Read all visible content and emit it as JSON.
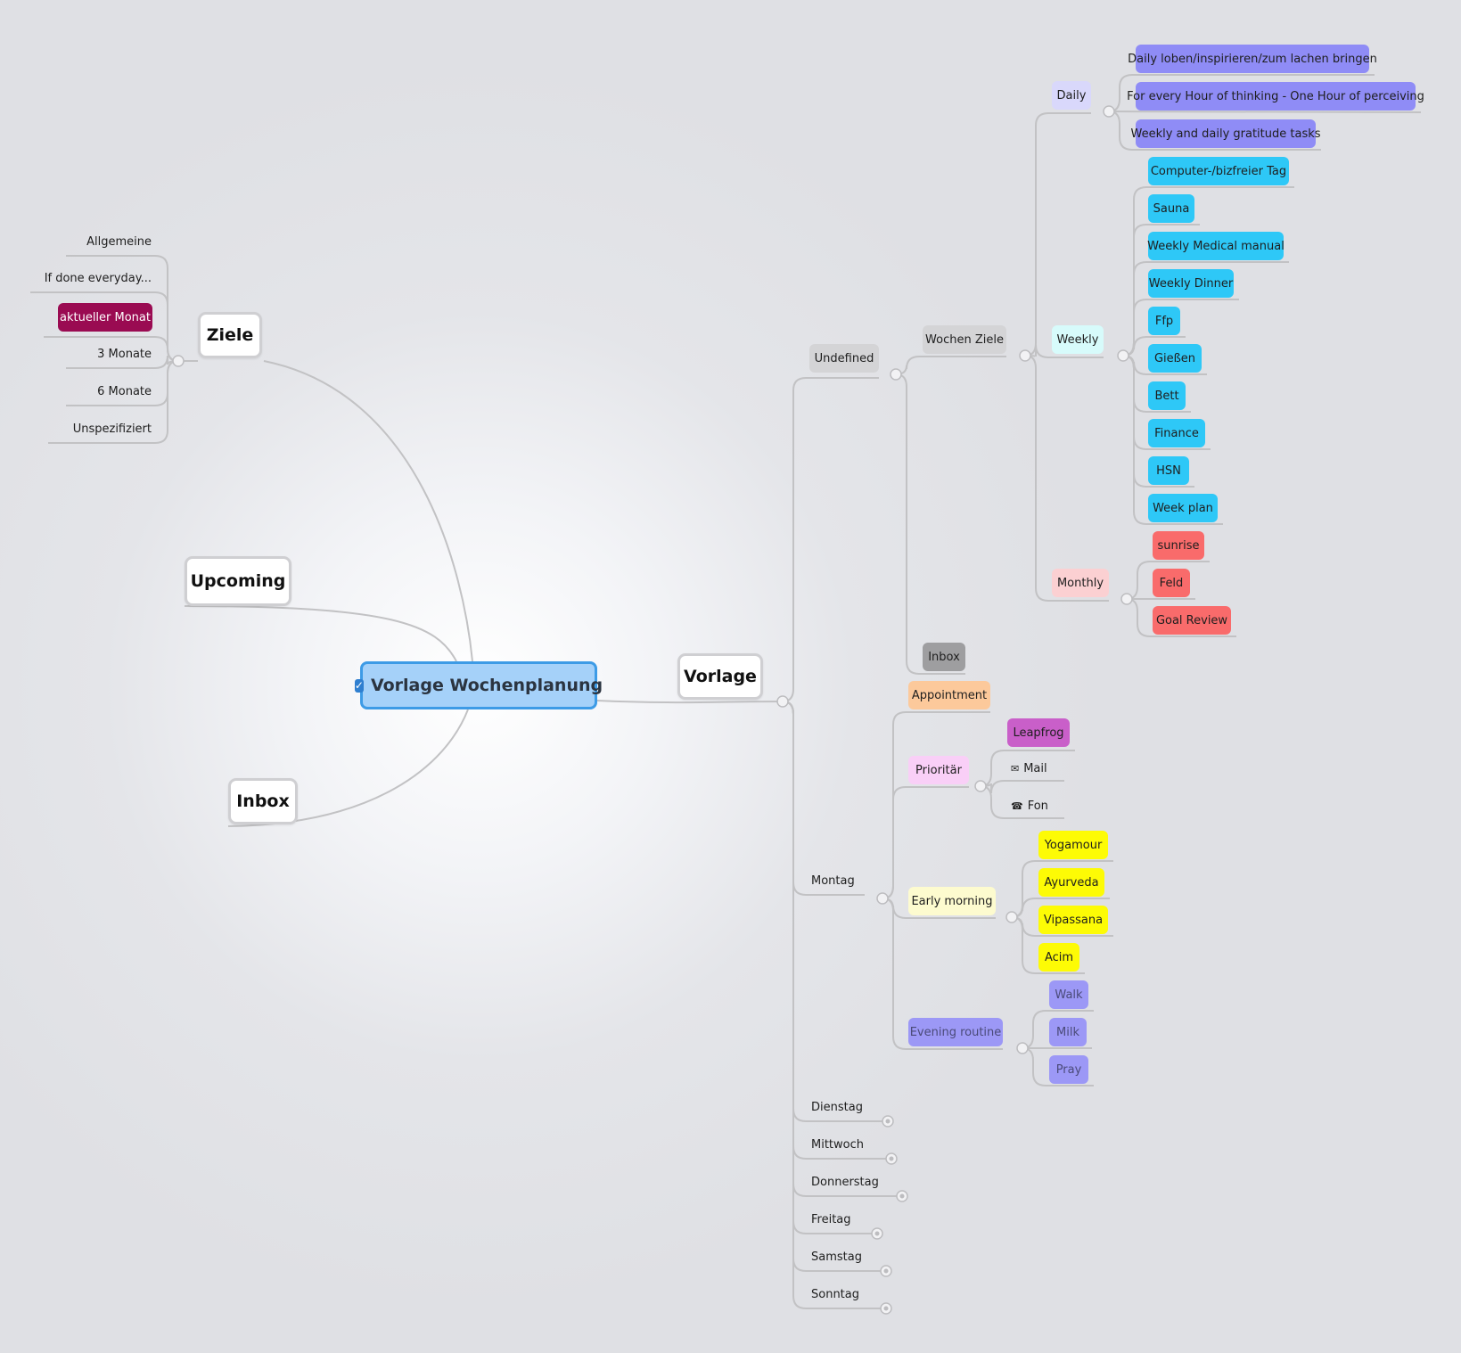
{
  "root": {
    "label": "Vorlage Wochenplanung",
    "checked": true
  },
  "left": {
    "ziele": {
      "label": "Ziele",
      "children": [
        "Allgemeine",
        "If done everyday...",
        "aktueller Monat",
        "3 Monate",
        "6 Monate",
        "Unspezifiziert"
      ]
    },
    "upcoming": {
      "label": "Upcoming"
    },
    "inbox": {
      "label": "Inbox"
    }
  },
  "vorlage": {
    "label": "Vorlage",
    "undefined": {
      "label": "Undefined",
      "wochen_ziele": {
        "label": "Wochen Ziele",
        "daily": {
          "label": "Daily",
          "items": [
            "Daily loben/inspirieren/zum lachen bringen",
            "For every Hour of thinking - One Hour of perceiving",
            "Weekly and daily gratitude tasks"
          ]
        },
        "weekly": {
          "label": "Weekly",
          "items": [
            "Computer-/bizfreier Tag",
            "Sauna",
            "Weekly Medical manual",
            "Weekly Dinner",
            "Ffp",
            "Gießen",
            "Bett",
            "Finance",
            "HSN",
            "Week plan"
          ]
        },
        "monthly": {
          "label": "Monthly",
          "items": [
            "sunrise",
            "Feld",
            "Goal Review"
          ]
        }
      },
      "inbox": "Inbox"
    },
    "montag": {
      "label": "Montag",
      "appointment": "Appointment",
      "prioritaer": {
        "label": "Prioritär",
        "items": [
          "Leapfrog",
          "Mail",
          "Fon"
        ],
        "icons": {
          "Mail": "envelope-icon",
          "Fon": "phone-icon"
        }
      },
      "early_morning": {
        "label": "Early morning",
        "items": [
          "Yogamour",
          "Ayurveda",
          "Vipassana",
          "Acim"
        ]
      },
      "evening_routine": {
        "label": "Evening routine",
        "items": [
          "Walk",
          "Milk",
          "Pray"
        ]
      }
    },
    "days": [
      "Dienstag",
      "Mittwoch",
      "Donnerstag",
      "Freitag",
      "Samstag",
      "Sonntag"
    ]
  },
  "colors": {
    "root_fill": "#a5d1f9",
    "root_border": "#3d9be6",
    "daily_item": "#8f8cf6",
    "daily_label": "#d9d8fb",
    "weekly_item": "#2ec8f7",
    "weekly_label": "#d7fbfb",
    "monthly_item": "#f96b6b",
    "monthly_label": "#fbd0d2",
    "grey_tag": "#d4d4d6",
    "inbox_tag": "#9e9ea0",
    "appointment": "#fcc99b",
    "prioritaer": "#f9cff7",
    "leapfrog": "#c95fc9",
    "early_label": "#fdfbcf",
    "early_item": "#fdfb05",
    "evening": "#9c98f6",
    "aktueller_monat": "#9a0b52",
    "edge": "#c2c2c4"
  }
}
